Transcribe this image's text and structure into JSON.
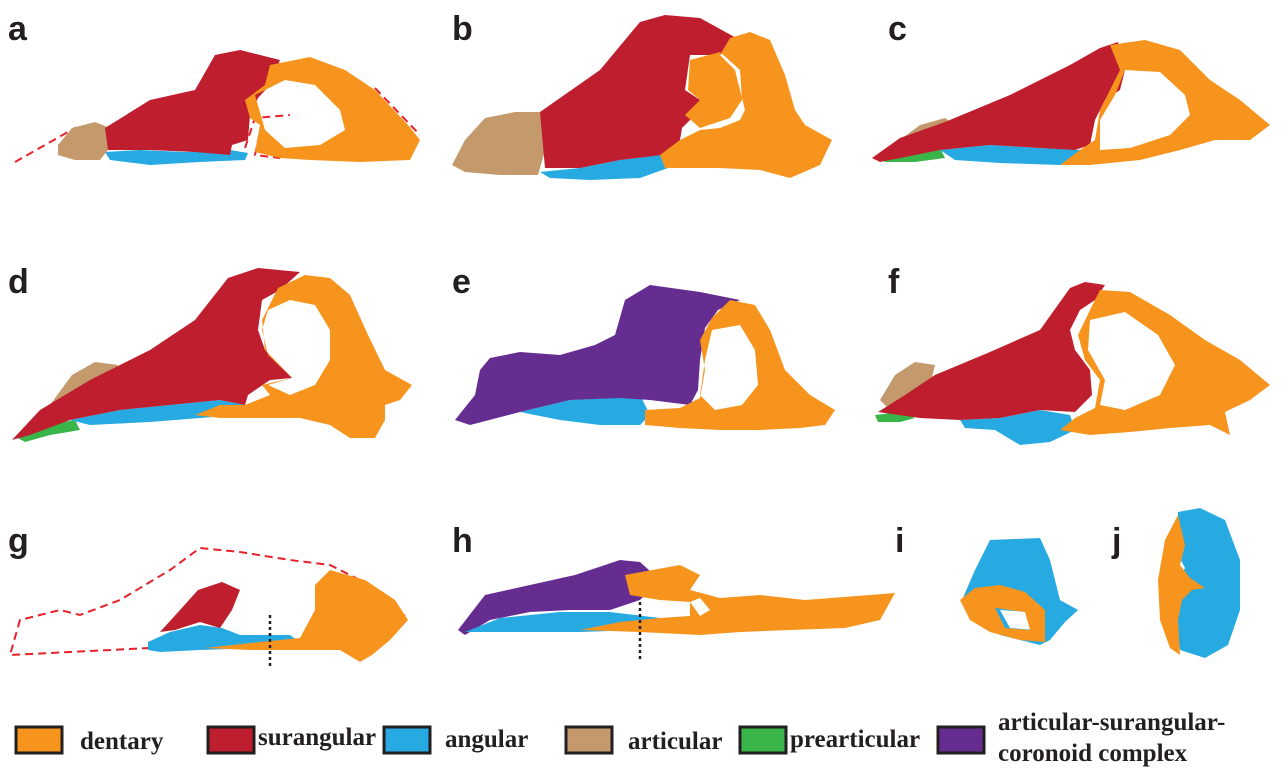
{
  "panels": {
    "a": "a",
    "b": "b",
    "c": "c",
    "d": "d",
    "e": "e",
    "f": "f",
    "g": "g",
    "h": "h",
    "i": "i",
    "j": "j"
  },
  "colors": {
    "dentary": "#f7941d",
    "surangular": "#be1e2d",
    "angular": "#27aae1",
    "articular": "#c49a6c",
    "prearticular": "#39b54a",
    "complex": "#662d91",
    "outline": "#e8202a",
    "text": "#231f20"
  },
  "legend": {
    "dentary": "dentary",
    "surangular": "surangular",
    "angular": "angular",
    "articular": "articular",
    "prearticular": "prearticular",
    "complex_line1": "articular-surangular-",
    "complex_line2": "coronoid complex"
  }
}
